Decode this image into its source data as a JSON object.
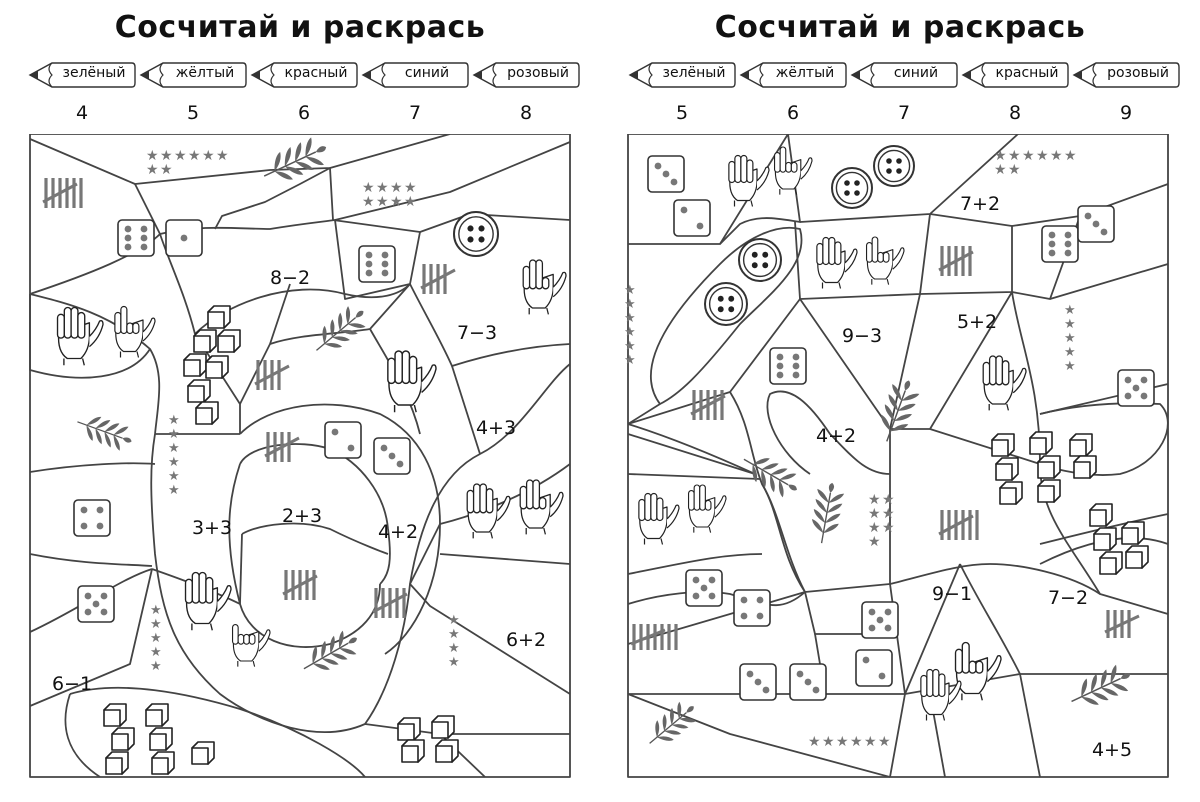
{
  "left": {
    "title": "Сосчитай и раскрась",
    "legend": [
      {
        "color": "зелёный",
        "number": "4"
      },
      {
        "color": "жёлтый",
        "number": "5"
      },
      {
        "color": "красный",
        "number": "6"
      },
      {
        "color": "синий",
        "number": "7"
      },
      {
        "color": "розовый",
        "number": "8"
      }
    ],
    "expressions": [
      "8−2",
      "7−3",
      "4+3",
      "2+3",
      "3+3",
      "4+2",
      "6+2",
      "6−1"
    ]
  },
  "right": {
    "title": "Сосчитай и раскрась",
    "legend": [
      {
        "color": "зелёный",
        "number": "5"
      },
      {
        "color": "жёлтый",
        "number": "6"
      },
      {
        "color": "синий",
        "number": "7"
      },
      {
        "color": "красный",
        "number": "8"
      },
      {
        "color": "розовый",
        "number": "9"
      }
    ],
    "expressions": [
      "7+2",
      "9−3",
      "5+2",
      "4+2",
      "9−1",
      "7−2",
      "4+5"
    ]
  },
  "icons": {
    "dice": "dice-icon",
    "button": "sewing-button-icon",
    "hand": "counting-hand-icon",
    "leaf": "leaf-sprig-icon",
    "stars": "stars-icon",
    "tally": "tally-marks-icon",
    "cubes": "cubes-icon"
  },
  "colors": {
    "ink": "#333333",
    "gray": "#777777"
  }
}
